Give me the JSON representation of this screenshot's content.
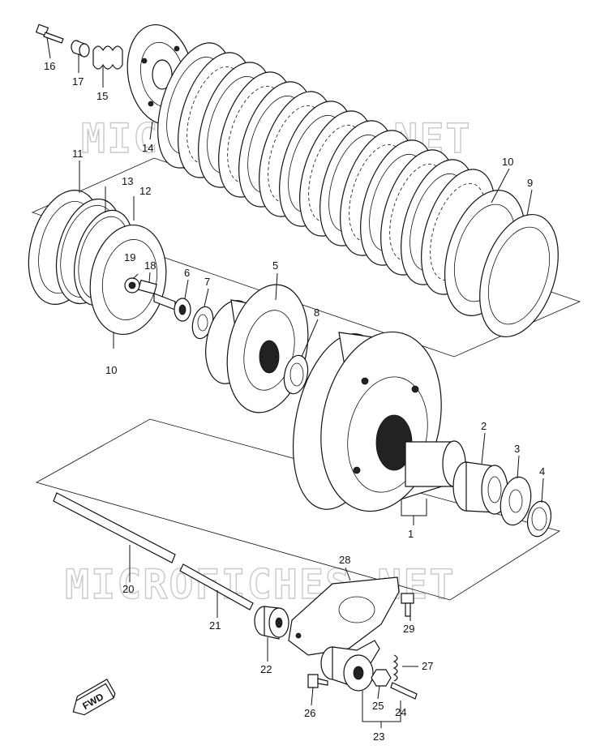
{
  "diagram": {
    "watermark": "MICROFICHES.NET",
    "direction_tag": "FWD",
    "callouts": [
      "1",
      "2",
      "3",
      "4",
      "5",
      "6",
      "7",
      "8",
      "9",
      "10",
      "11",
      "12",
      "13",
      "14",
      "15",
      "16",
      "17",
      "18",
      "19",
      "20",
      "21",
      "22",
      "23",
      "24",
      "25",
      "26",
      "27",
      "28",
      "29"
    ],
    "callout_extra": [
      "10"
    ]
  }
}
